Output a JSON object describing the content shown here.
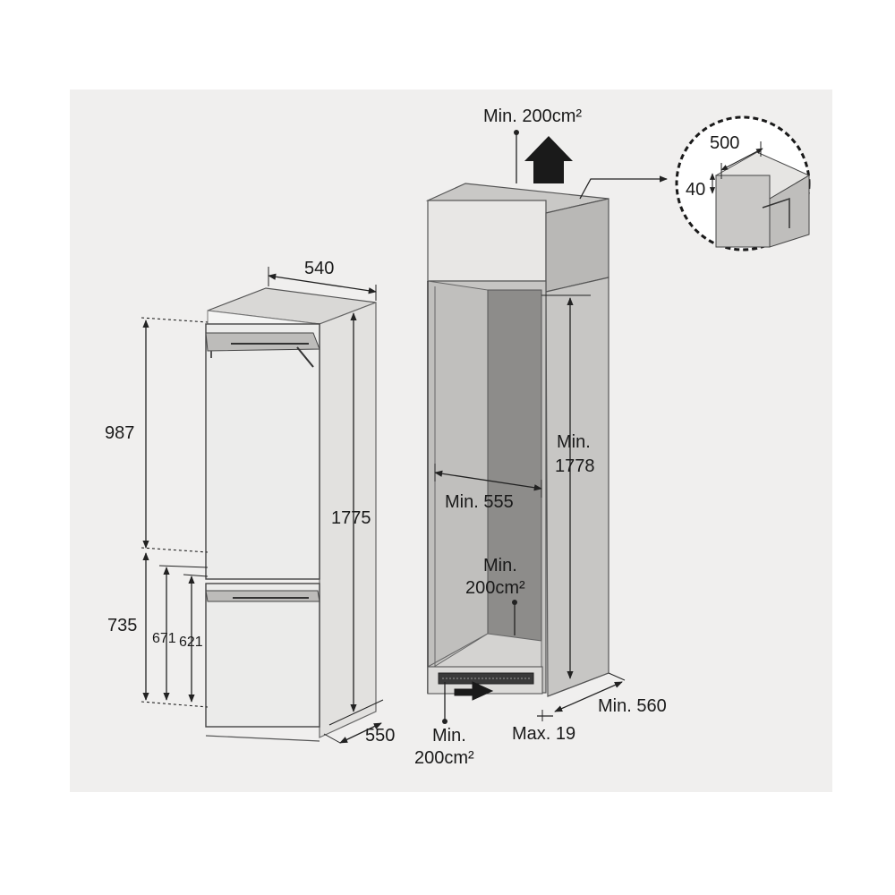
{
  "fridge": {
    "width": "540",
    "depth": "550",
    "height": "1775",
    "upper_door": "987",
    "lower_door": "735",
    "drawer_outer": "671",
    "drawer_inner": "621"
  },
  "niche": {
    "top_vent_area": "Min. 200cm²",
    "height_line1": "Min.",
    "height_line2": "1778",
    "width": "Min. 555",
    "rear_vent_line1": "Min.",
    "rear_vent_line2": "200cm²",
    "bottom_vent_line1": "Min.",
    "bottom_vent_line2": "200cm²",
    "gap": "Max. 19",
    "depth": "Min. 560"
  },
  "detail": {
    "width": "500",
    "height": "40"
  }
}
